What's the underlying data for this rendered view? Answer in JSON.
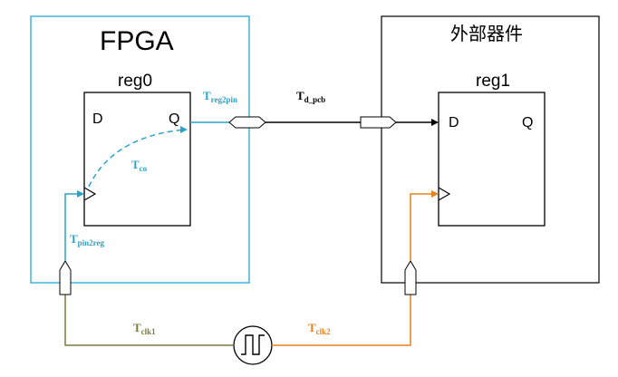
{
  "fpga": {
    "title": "FPGA",
    "reg_name": "reg0",
    "port_d": "D",
    "port_q": "Q"
  },
  "external": {
    "title": "外部器件",
    "reg_name": "reg1",
    "port_d": "D",
    "port_q": "Q"
  },
  "delays": {
    "t_reg2pin": {
      "base": "T",
      "sub": "reg2pin"
    },
    "t_d_pcb": {
      "base": "T",
      "sub": "d_pcb"
    },
    "t_co": {
      "base": "T",
      "sub": "co"
    },
    "t_pin2reg": {
      "base": "T",
      "sub": "pin2reg"
    },
    "t_clk1": {
      "base": "T",
      "sub": "clk1"
    },
    "t_clk2": {
      "base": "T",
      "sub": "clk2"
    }
  },
  "colors": {
    "fpga_border": "#3fb4e0",
    "internal_path": "#2aa3c9",
    "pcb_path": "#000000",
    "clk1_path": "#7a7a3a",
    "clk2_path": "#e8821e"
  },
  "icons": {
    "clock_source": "square-wave-oscillator-icon",
    "pin_buffer": "pin-buffer-icon"
  }
}
